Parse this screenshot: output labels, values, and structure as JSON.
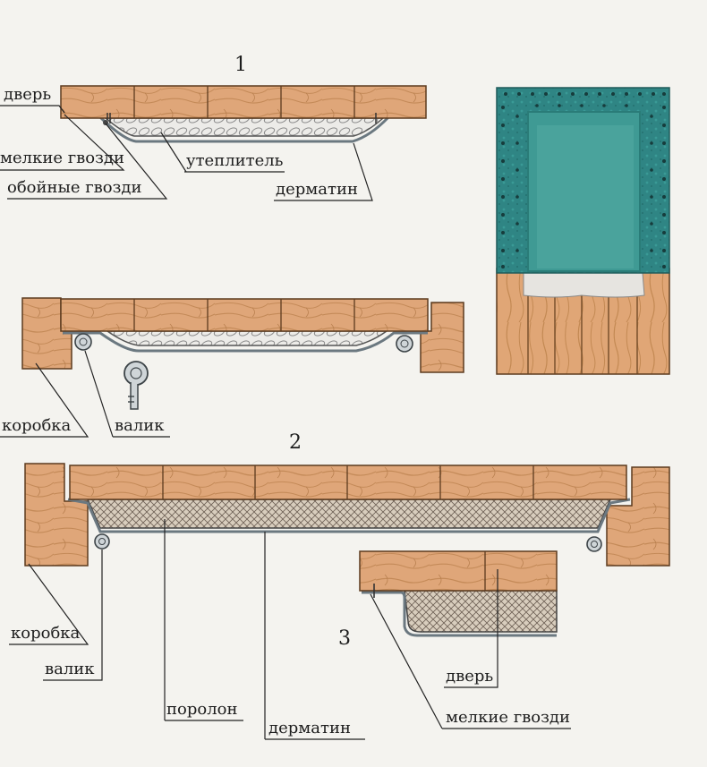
{
  "colors": {
    "background": "#f4f3ef",
    "wood": "#dfa679",
    "wood_grain": "#b9804f",
    "leatherette": "#8a9aa0",
    "foam": "#d9cfc0",
    "insulation": "#e8e6e2",
    "teal_panel": "#2f8a87"
  },
  "figures": {
    "fig1": {
      "number": "1"
    },
    "fig2": {
      "number": "2"
    },
    "fig3": {
      "number": "3"
    }
  },
  "labels": {
    "door_1": "дверь",
    "small_nails_1": "мелкие гвозди",
    "upholstery_nails": "обойные гвозди",
    "insulation": "утеплитель",
    "leatherette_1": "дерматин",
    "frame_1": "коробка",
    "roller_1": "валик",
    "frame_2": "коробка",
    "roller_2": "валик",
    "foam": "поролон",
    "leatherette_2": "дерматин",
    "door_3": "дверь",
    "small_nails_3": "мелкие гвозди"
  }
}
